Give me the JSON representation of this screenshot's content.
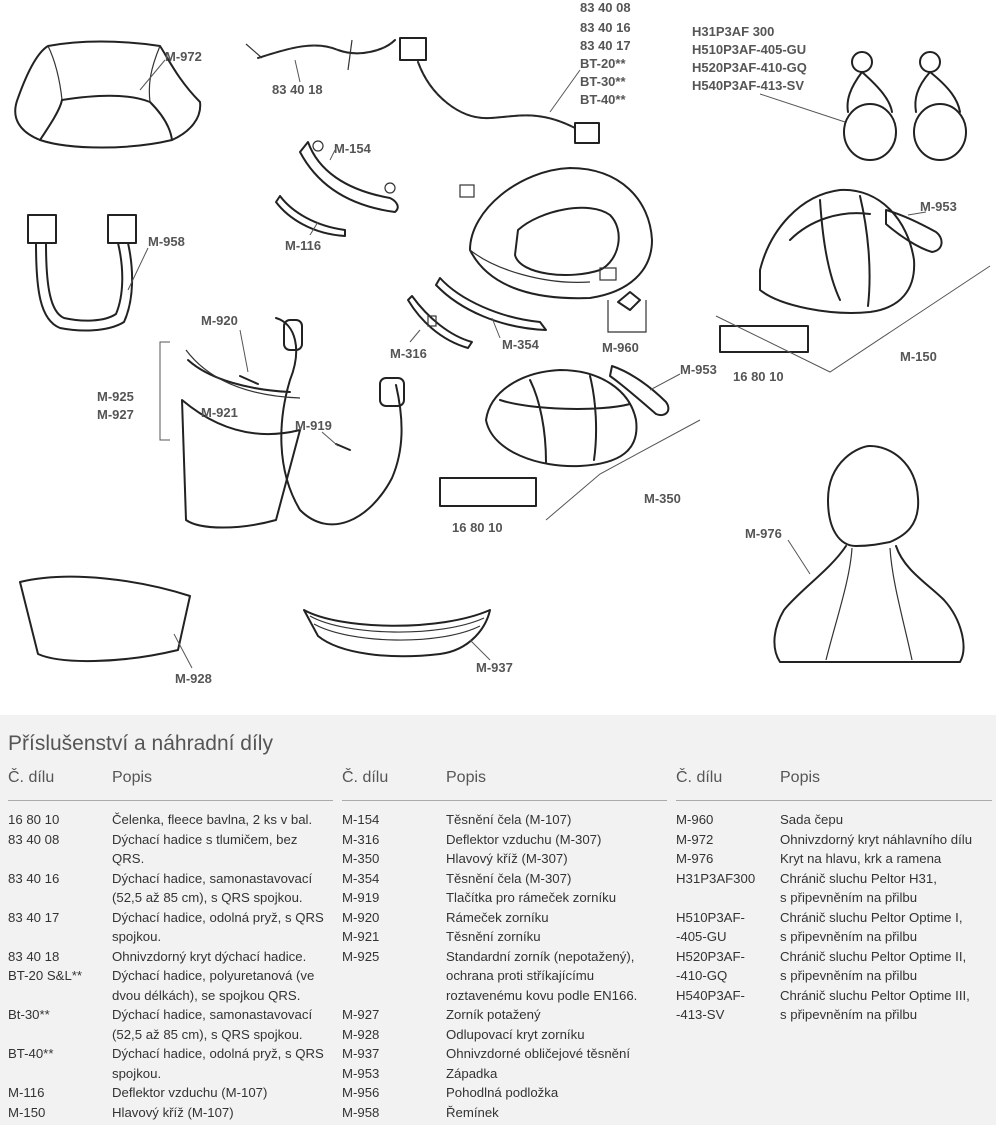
{
  "diagram": {
    "labels": {
      "m972": "M-972",
      "hose_codes": [
        "83 40 08",
        "83 40 16",
        "83 40 17",
        "BT-20**",
        "BT-30**",
        "BT-40**"
      ],
      "c834018": "83 40 18",
      "hearing": [
        "H31P3AF 300",
        "H510P3AF-405-GU",
        "H520P3AF-410-GQ",
        "H540P3AF-413-SV"
      ],
      "m154": "M-154",
      "m116": "M-116",
      "m958": "M-958",
      "m953a": "M-953",
      "m920": "M-920",
      "m316": "M-316",
      "m354": "M-354",
      "m960": "M-960",
      "m150": "M-150",
      "m925": "M-925",
      "m927": "M-927",
      "m921": "M-921",
      "m919": "M-919",
      "c168010a": "16 80 10",
      "m953b": "M-953",
      "m350": "M-350",
      "c168010b": "16 80 10",
      "m976": "M-976",
      "m928": "M-928",
      "m937": "M-937"
    }
  },
  "table": {
    "title": "Příslušenství a náhradní díly",
    "headers": {
      "code": "Č. dílu",
      "desc": "Popis"
    },
    "columns": [
      [
        {
          "code": "16 80 10",
          "desc": "Čelenka, fleece bavlna, 2 ks v bal."
        },
        {
          "code": "83 40 08",
          "desc": "Dýchací hadice s tlumičem, bez\nQRS."
        },
        {
          "code": "83 40 16",
          "desc": "Dýchací hadice, samonastavovací\n(52,5 až 85 cm), s QRS spojkou."
        },
        {
          "code": "83 40 17",
          "desc": "Dýchací hadice, odolná pryž, s QRS\nspojkou."
        },
        {
          "code": "83 40 18",
          "desc": "Ohnivzdorný kryt dýchací hadice."
        },
        {
          "code": "BT-20 S&L**",
          "desc": "Dýchací hadice, polyuretanová (ve\ndvou délkách), se spojkou QRS."
        },
        {
          "code": "Bt-30**",
          "desc": "Dýchací hadice, samonastavovací\n(52,5 až 85 cm), s QRS spojkou."
        },
        {
          "code": "BT-40**",
          "desc": "Dýchací hadice, odolná pryž, s QRS\nspojkou."
        },
        {
          "code": "M-116",
          "desc": "Deflektor vzduchu (M-107)"
        },
        {
          "code": "M-150",
          "desc": "Hlavový kříž (M-107)"
        }
      ],
      [
        {
          "code": "M-154",
          "desc": "Těsnění čela (M-107)"
        },
        {
          "code": "M-316",
          "desc": "Deflektor vzduchu (M-307)"
        },
        {
          "code": "M-350",
          "desc": "Hlavový kříž (M-307)"
        },
        {
          "code": "M-354",
          "desc": "Těsnění čela (M-307)"
        },
        {
          "code": "M-919",
          "desc": "Tlačítka pro rámeček zorníku"
        },
        {
          "code": "M-920",
          "desc": "Rámeček zorníku"
        },
        {
          "code": "M-921",
          "desc": "Těsnění zorníku"
        },
        {
          "code": "M-925",
          "desc": "Standardní zorník (nepotažený),\nochrana proti stříkajícímu\nroztavenému kovu podle EN166."
        },
        {
          "code": "M-927",
          "desc": "Zorník potažený"
        },
        {
          "code": "M-928",
          "desc": "Odlupovací kryt zorníku"
        },
        {
          "code": "M-937",
          "desc": "Ohnivzdorné obličejové těsnění"
        },
        {
          "code": "M-953",
          "desc": "Západka"
        },
        {
          "code": "M-956",
          "desc": "Pohodlná podložka"
        },
        {
          "code": "M-958",
          "desc": "Řemínek"
        }
      ],
      [
        {
          "code": "M-960",
          "desc": "Sada čepu"
        },
        {
          "code": "M-972",
          "desc": "Ohnivzdorný kryt náhlavního dílu"
        },
        {
          "code": "M-976",
          "desc": "Kryt na hlavu, krk a ramena"
        },
        {
          "code": "H31P3AF300",
          "desc": "Chránič sluchu Peltor H31,\ns připevněním na přilbu"
        },
        {
          "code": "H510P3AF-\n    -405-GU",
          "desc": "Chránič sluchu Peltor Optime I,\ns připevněním na přilbu"
        },
        {
          "code": "H520P3AF-\n    -410-GQ",
          "desc": "Chránič sluchu Peltor Optime II,\ns připevněním na přilbu"
        },
        {
          "code": "H540P3AF-\n    -413-SV",
          "desc": "Chránič sluchu Peltor Optime III,\ns připevněním na přilbu"
        }
      ]
    ]
  }
}
